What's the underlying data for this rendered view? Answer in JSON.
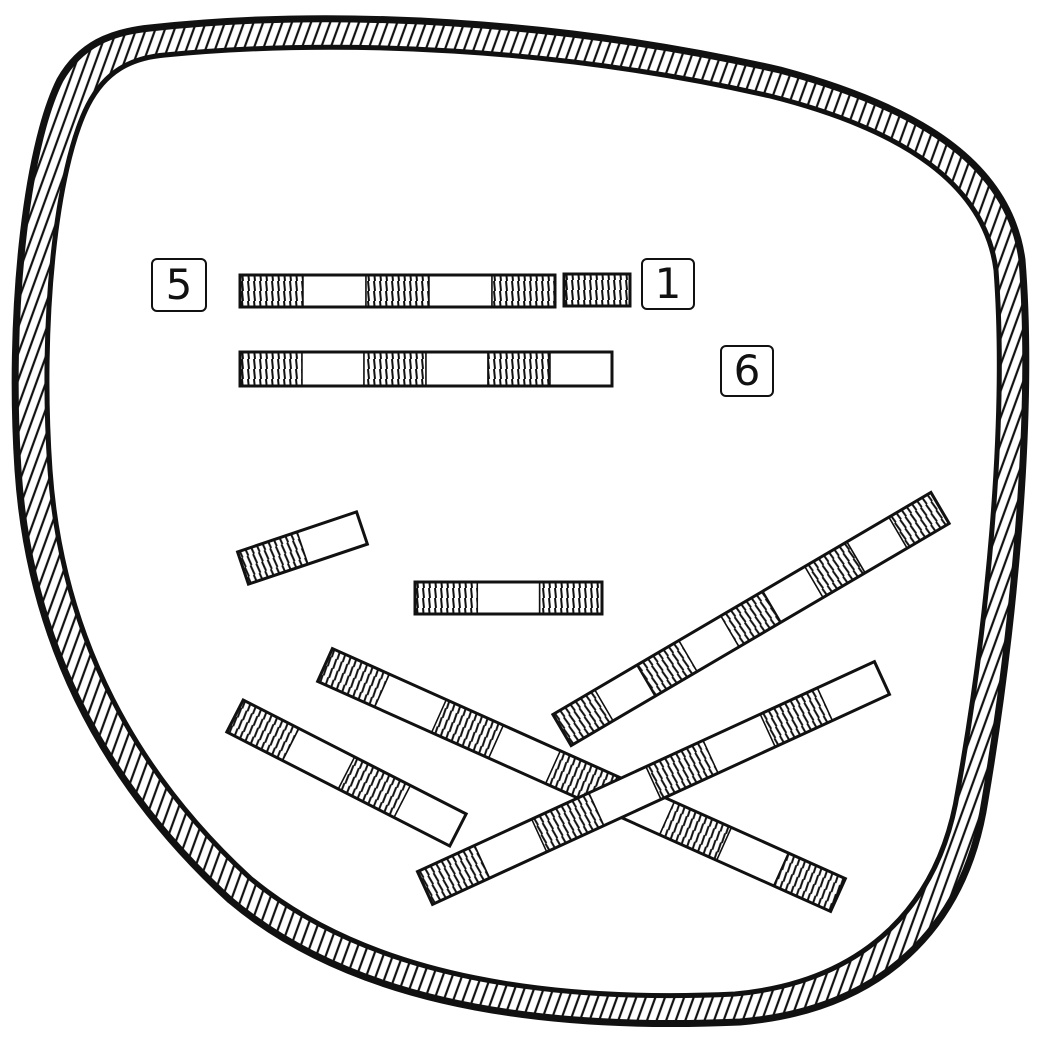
{
  "diagram": {
    "style": "hand-drawn black ink sketch",
    "colors": {
      "ink": "#111111",
      "fill": "#ffffff",
      "band_fill": "#ffffff"
    },
    "boundary": {
      "name": "cell-boundary",
      "pattern": "hatched-double-outline"
    },
    "labels": [
      {
        "id": "label-5",
        "text": "5"
      },
      {
        "id": "label-1",
        "text": "1"
      },
      {
        "id": "label-6",
        "text": "6"
      }
    ],
    "rods": [
      {
        "id": "rod-top-long",
        "pattern": [
          "dark",
          "light",
          "dark",
          "light",
          "dark"
        ]
      },
      {
        "id": "rod-top-short-fragment",
        "pattern": [
          "dark"
        ]
      },
      {
        "id": "rod-second-row",
        "pattern": [
          "dark",
          "light",
          "dark",
          "light",
          "dark",
          "light"
        ]
      },
      {
        "id": "rod-small-tilted",
        "pattern": [
          "dark",
          "light"
        ]
      },
      {
        "id": "rod-middle-short",
        "pattern": [
          "dark",
          "light",
          "dark"
        ]
      },
      {
        "id": "rod-lower-left-diagonal",
        "pattern": [
          "dark",
          "light",
          "dark",
          "light"
        ]
      },
      {
        "id": "rod-long-descending-diagonal",
        "pattern": [
          "dark",
          "light",
          "dark",
          "light",
          "dark",
          "light",
          "dark",
          "light",
          "dark"
        ]
      },
      {
        "id": "rod-long-ascending-diagonal-lower",
        "pattern": [
          "dark",
          "light",
          "dark",
          "light",
          "dark",
          "light",
          "dark",
          "light"
        ]
      },
      {
        "id": "rod-long-ascending-diagonal-upper",
        "pattern": [
          "dark",
          "light",
          "dark",
          "light",
          "dark",
          "light",
          "dark",
          "light",
          "dark"
        ]
      }
    ]
  }
}
